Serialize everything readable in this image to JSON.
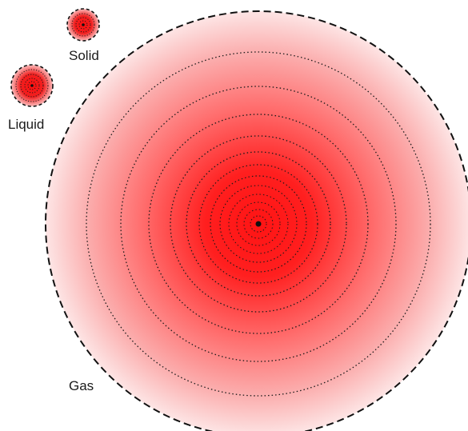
{
  "labels": {
    "solid": "Solid",
    "liquid": "Liquid",
    "gas": "Gas"
  },
  "colors": {
    "density_core": "#ff1010",
    "density_edge": "#fde4e4",
    "outline": "#111111"
  }
}
